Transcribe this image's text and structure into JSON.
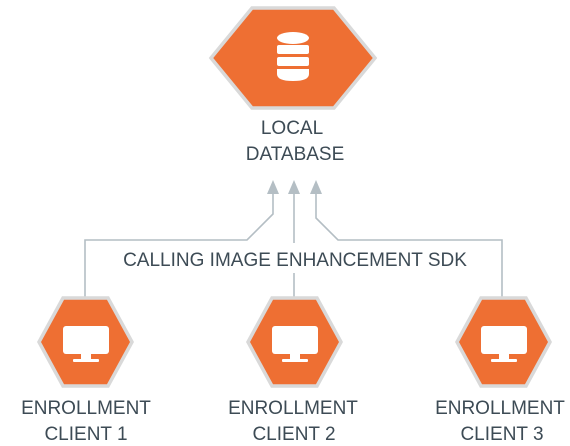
{
  "accent_color": "#ee6f33",
  "connector_color": "#b4bec4",
  "text_color": "#3d4b55",
  "database": {
    "icon": "database-icon",
    "label_line1": "LOCAL",
    "label_line2": "DATABASE"
  },
  "connection_label": "CALLING IMAGE ENHANCEMENT SDK",
  "clients": [
    {
      "icon": "monitor-icon",
      "label_line1": "ENROLLMENT",
      "label_line2": "CLIENT 1"
    },
    {
      "icon": "monitor-icon",
      "label_line1": "ENROLLMENT",
      "label_line2": "CLIENT 2"
    },
    {
      "icon": "monitor-icon",
      "label_line1": "ENROLLMENT",
      "label_line2": "CLIENT 3"
    }
  ]
}
